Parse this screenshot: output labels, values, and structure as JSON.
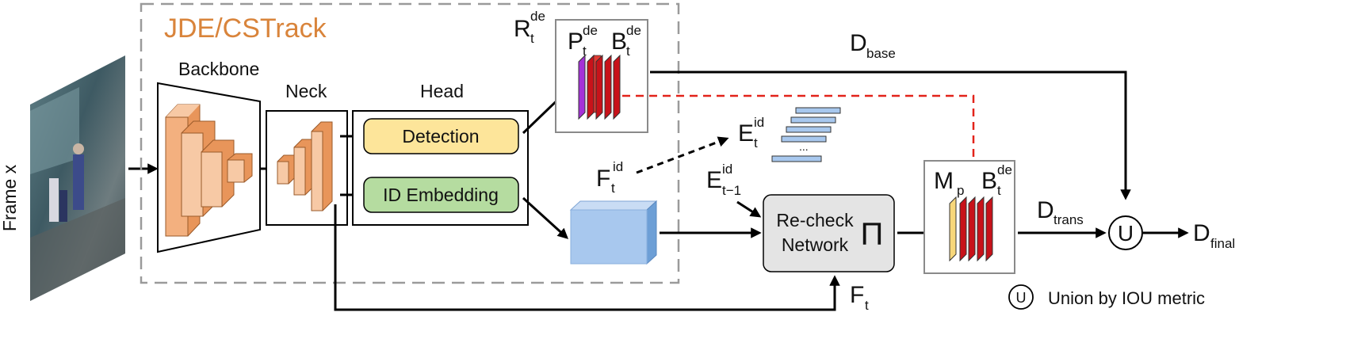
{
  "input": {
    "label": "Frame x"
  },
  "jde_box": {
    "title": "JDE/CSTrack"
  },
  "backbone": {
    "label": "Backbone"
  },
  "neck": {
    "label": "Neck"
  },
  "head": {
    "label": "Head",
    "detection": "Detection",
    "id_embedding": "ID Embedding"
  },
  "detection_output": {
    "r": "R",
    "r_sub": "t",
    "r_sup": "de",
    "p": "P",
    "p_sub": "t",
    "p_sup": "de",
    "b": "B",
    "b_sub": "t",
    "b_sup": "de"
  },
  "d_base": {
    "main": "D",
    "sub": "base"
  },
  "embedding": {
    "e": "E",
    "e_sub": "t",
    "e_sup": "id",
    "ellipsis": "..."
  },
  "feature_id": {
    "f": "F",
    "f_sub": "t",
    "f_sup": "id"
  },
  "prev_embedding": {
    "e": "E",
    "e_sub": "t−1",
    "e_sup": "id"
  },
  "recheck": {
    "line1": "Re-check",
    "line2": "Network",
    "symbol": "Π"
  },
  "merge_box": {
    "m": "M",
    "m_sub": "p",
    "b": "B",
    "b_sub": "t",
    "b_sup": "de"
  },
  "d_trans": {
    "main": "D",
    "sub": "trans"
  },
  "union": {
    "symbol": "U"
  },
  "d_final": {
    "main": "D",
    "sub": "final"
  },
  "feature": {
    "f": "F",
    "f_sub": "t"
  },
  "legend": {
    "symbol": "U",
    "text": "Union by IOU metric"
  },
  "colors": {
    "orange_dark": "#e8955a",
    "orange_light": "#f7c9a5",
    "detection_fill": "#fde59a",
    "embedding_fill": "#b5dca0",
    "proposal_purple": "#a531d8",
    "box_red": "#c8121a",
    "feature_blue": "#a8c8ee",
    "recheck_fill": "#e4e4e4",
    "dashed_red": "#e2231a",
    "box_yellow": "#f7d77a"
  }
}
